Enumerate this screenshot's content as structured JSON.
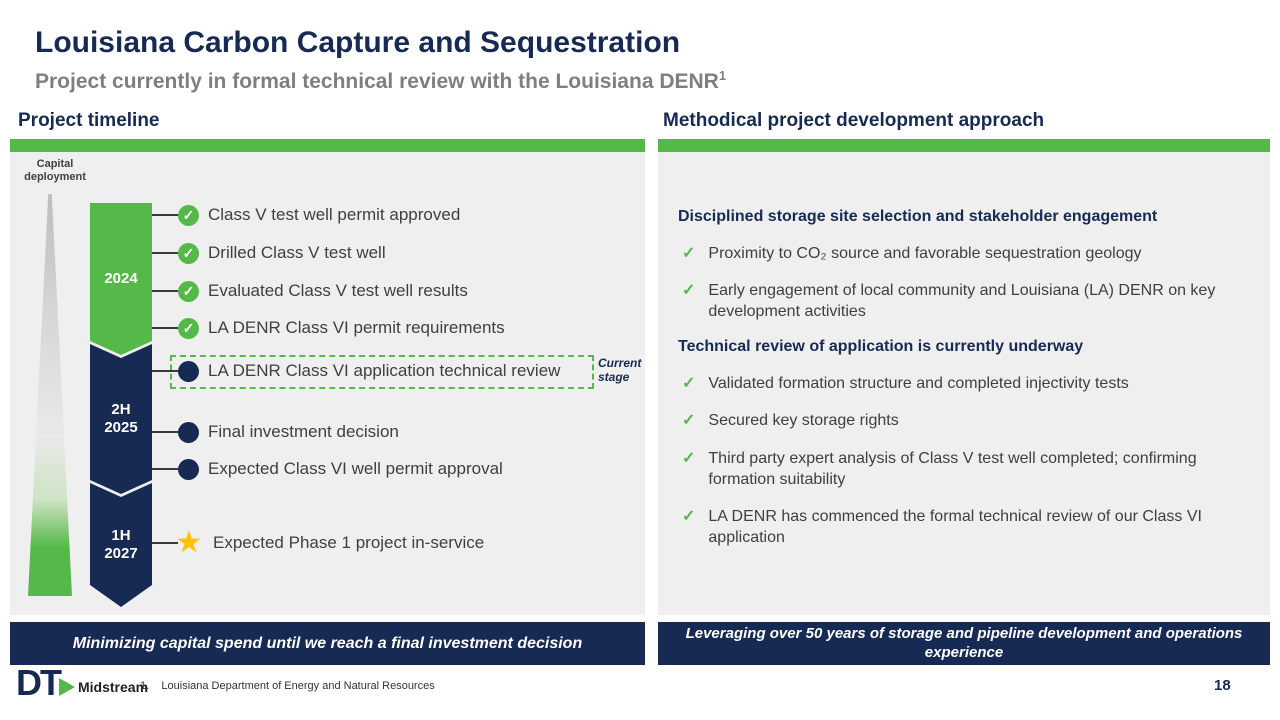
{
  "header": {
    "title": "Louisiana Carbon Capture and Sequestration",
    "subtitle": "Project currently in formal technical review with the Louisiana DENR",
    "subtitle_sup": "1"
  },
  "left": {
    "section_title": "Project timeline",
    "capital_label": "Capital\ndeployment",
    "segments": [
      {
        "label": "2024",
        "color": "green"
      },
      {
        "label": "2H\n2025",
        "color": "navy"
      },
      {
        "label": "1H\n2027",
        "color": "navy"
      }
    ],
    "milestones": [
      {
        "icon": "check",
        "text": "Class V test well permit approved"
      },
      {
        "icon": "check",
        "text": "Drilled Class V test well"
      },
      {
        "icon": "check",
        "text": "Evaluated Class V test well results"
      },
      {
        "icon": "check",
        "text": "LA DENR Class VI permit requirements"
      },
      {
        "icon": "dot",
        "text": "LA DENR Class VI application technical review"
      },
      {
        "icon": "dot",
        "text": "Final investment decision"
      },
      {
        "icon": "dot",
        "text": "Expected Class VI well permit approval"
      },
      {
        "icon": "star",
        "text": "Expected Phase 1 project in-service"
      }
    ],
    "current_stage_label": "Current stage",
    "banner": "Minimizing capital spend until we reach a final investment decision"
  },
  "right": {
    "section_title": "Methodical project development approach",
    "groups": [
      {
        "heading": "Disciplined storage site selection and stakeholder engagement",
        "bullets": [
          "Proximity to CO₂ source and favorable sequestration geology",
          "Early engagement of local community and Louisiana (LA) DENR on key development activities"
        ]
      },
      {
        "heading": "Technical review of application is currently underway",
        "bullets": [
          "Validated formation structure and completed injectivity tests",
          "Secured key storage rights",
          "Third party expert analysis of Class V test well completed; confirming formation suitability",
          "LA DENR has commenced the formal technical review of our Class VI application"
        ]
      }
    ],
    "banner": "Leveraging over 50 years of storage and pipeline development and operations experience"
  },
  "footer": {
    "footnote": "1.    Louisiana Department of Energy and Natural Resources",
    "logo_dt": "DT",
    "logo_midstream": "Midstream",
    "page_number": "18"
  },
  "colors": {
    "navy": "#172A54",
    "green": "#54B948",
    "gold": "#FFC000",
    "panel": "#EFEFEF",
    "body-text": "#3F3F3F"
  }
}
